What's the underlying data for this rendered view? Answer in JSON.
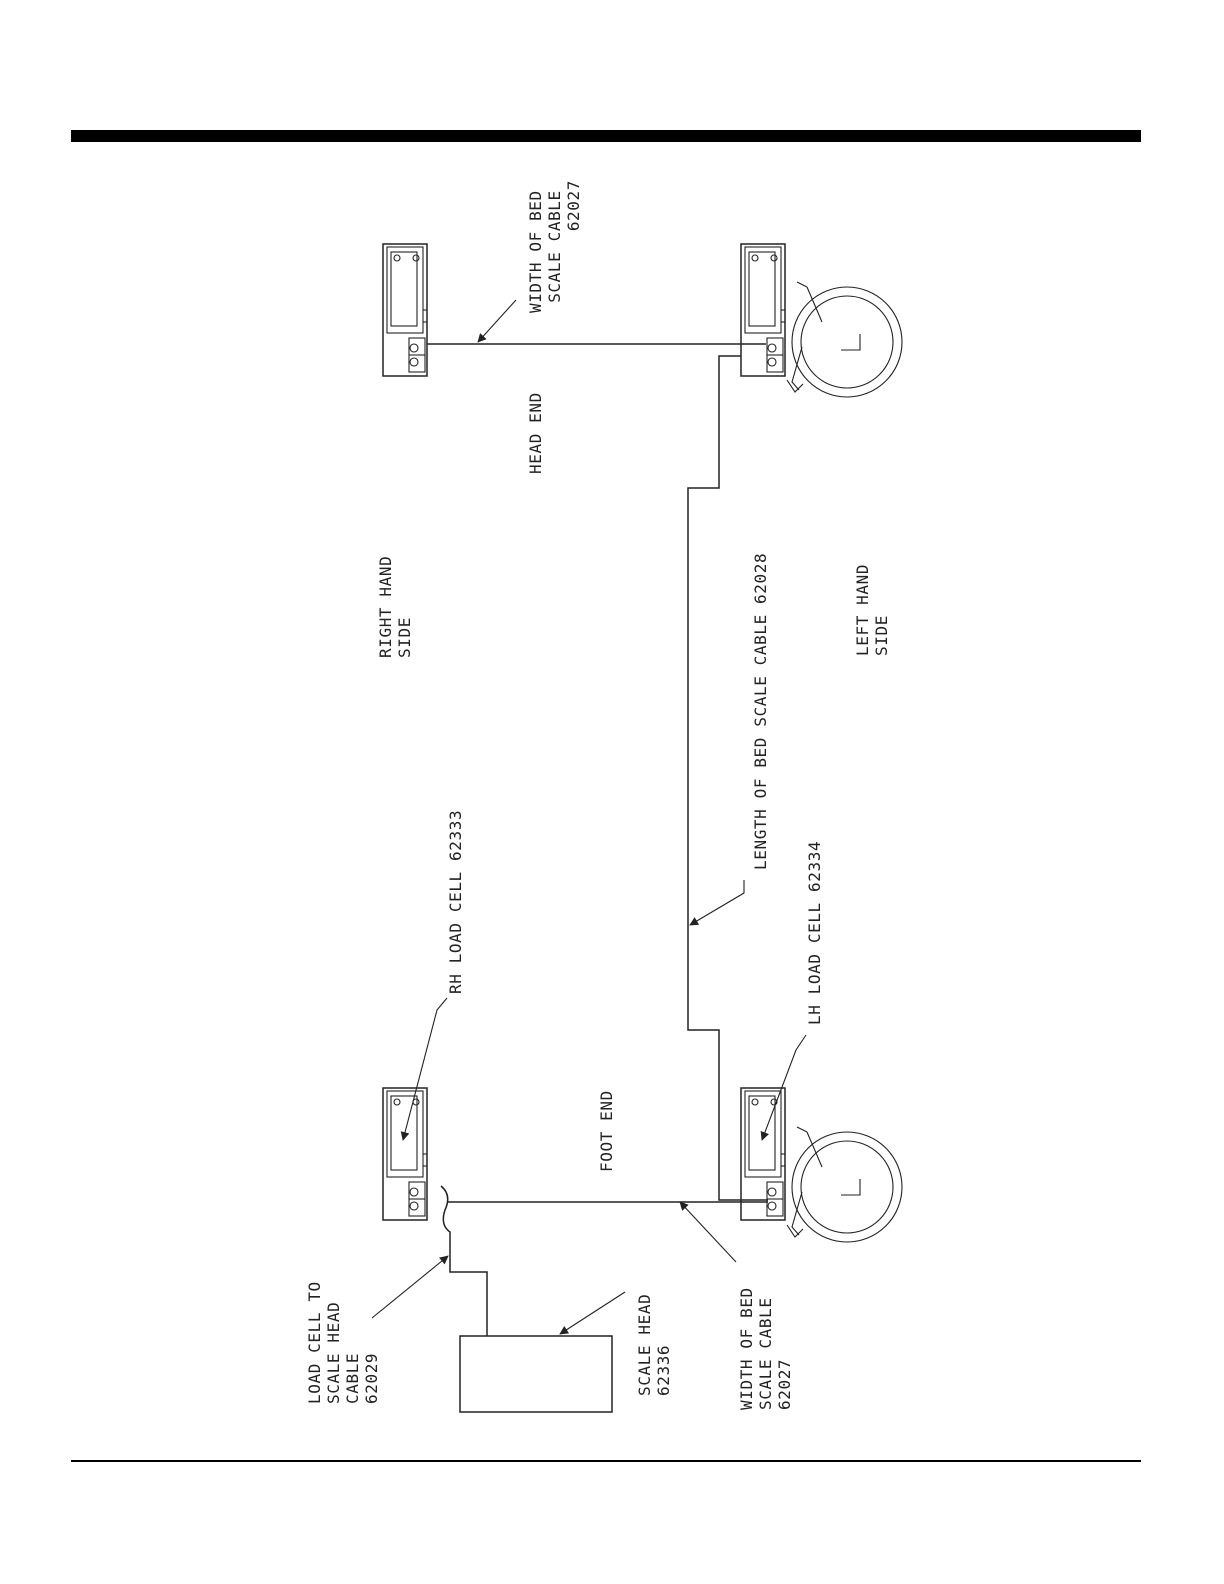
{
  "labels": {
    "width_cable_top": [
      "WIDTH OF BED",
      "SCALE CABLE",
      "62027"
    ],
    "head_end": "HEAD END",
    "length_cable": "LENGTH OF BED SCALE CABLE   62028",
    "right_hand_side": [
      "RIGHT HAND",
      "SIDE"
    ],
    "left_hand_side": [
      "LEFT HAND",
      "SIDE"
    ],
    "rh_load_cell": "RH LOAD CELL   62333",
    "lh_load_cell": "LH LOAD CELL   62334",
    "foot_end": "FOOT END",
    "load_cell_cable": [
      "LOAD CELL TO",
      "SCALE HEAD",
      "CABLE",
      "62029"
    ],
    "scale_head": [
      "SCALE HEAD",
      "62336"
    ],
    "width_cable_bottom": [
      "WIDTH OF BED",
      "SCALE CABLE",
      "62027"
    ]
  },
  "colors": {
    "ink": "#222222",
    "rule": "#000000"
  }
}
